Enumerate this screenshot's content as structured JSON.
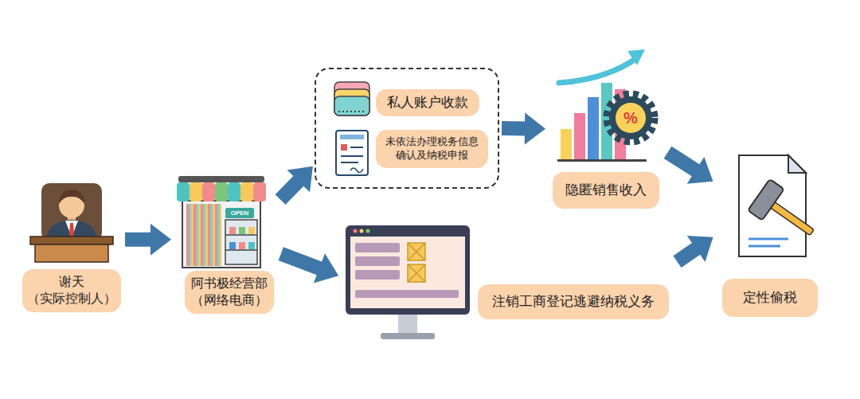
{
  "diagram": {
    "nodes": [
      {
        "text": [
          "谢天 （实际控制人）"
        ]
      },
      {
        "text": [
          "阿书极经营部 （网络电商）"
        ]
      },
      {
        "text": []
      },
      {
        "text": [
          "私人账户收款"
        ],
        "in": 2
      },
      {
        "text": [
          "未依法办理税务信息 确认及纳税申报"
        ],
        "in": 2
      },
      {
        "text": [
          "隐匿销售收入"
        ]
      },
      {
        "text": [
          "注销工商登记逃避纳税义务"
        ]
      },
      {
        "text": [
          "定性偷税"
        ]
      }
    ],
    "edges": [
      {
        "from": 0,
        "to": 1,
        "arrow": "to"
      },
      {
        "from": 1,
        "to": 2,
        "arrow": "to"
      },
      {
        "from": 1,
        "to": 6,
        "arrow": "to"
      },
      {
        "from": 2,
        "to": 5,
        "arrow": "to"
      },
      {
        "from": 5,
        "to": 7,
        "arrow": "to"
      },
      {
        "from": 6,
        "to": 7,
        "arrow": "to"
      }
    ],
    "labels": [
      "OPEN",
      "%"
    ]
  }
}
